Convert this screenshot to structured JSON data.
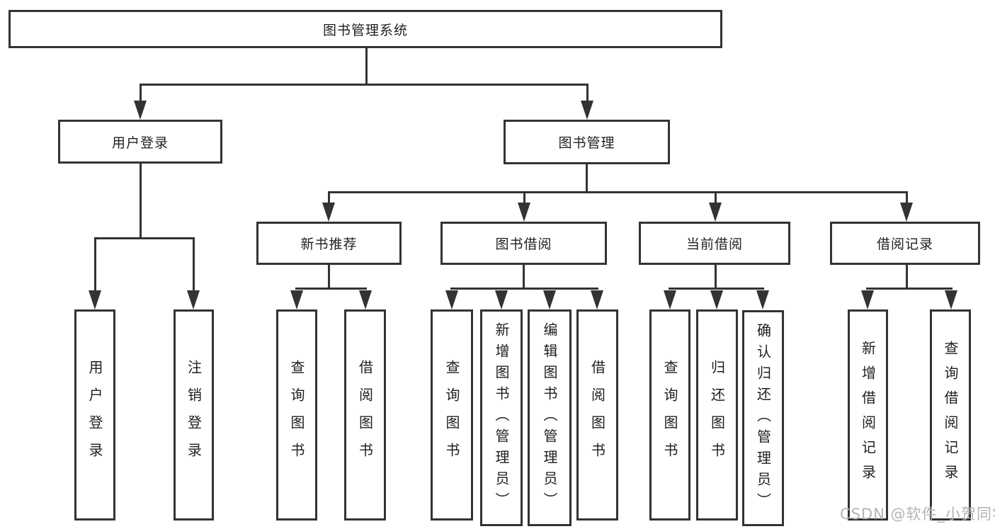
{
  "title": "图书管理系统",
  "nodes": {
    "root": {
      "label": "图书管理系统"
    },
    "level2": [
      {
        "label": "用户登录"
      },
      {
        "label": "图书管理"
      }
    ],
    "level3": [
      {
        "label": "新书推荐"
      },
      {
        "label": "图书借阅"
      },
      {
        "label": "当前借阅"
      },
      {
        "label": "借阅记录"
      }
    ],
    "leaves": {
      "user_login": [
        "用户登录",
        "注销登录"
      ],
      "new_book_recommend": [
        "查询图书",
        "借阅图书"
      ],
      "book_borrow": [
        "查询图书",
        "新增图书（管理员）",
        "编辑图书（管理员）",
        "借阅图书"
      ],
      "current_borrow": [
        "查询图书",
        "归还图书",
        "确认归还（管理员）"
      ],
      "borrow_records": [
        "新增借阅记录",
        "查询借阅记录"
      ]
    }
  },
  "watermark": {
    "text": "CSDN @软件_小贺同学",
    "color": "#b3b3b3"
  },
  "colors": {
    "line": "#333333",
    "text": "#1f1f1f",
    "background": "#ffffff",
    "box_background": "#ffffff"
  }
}
